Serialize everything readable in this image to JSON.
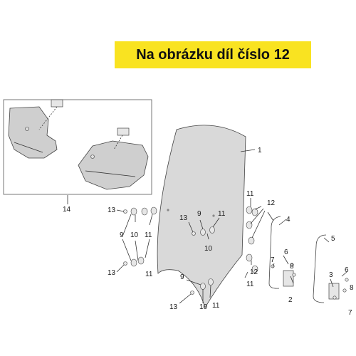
{
  "banner": {
    "text": "Na obrázku díl číslo 12",
    "background": "#f9e321"
  },
  "colors": {
    "windshield": "#d9d9d9",
    "handguard": "#cfcfcf",
    "hardware": "#e6e6e6"
  },
  "callouts": [
    {
      "id": "c1",
      "text": "1"
    },
    {
      "id": "c14",
      "text": "14"
    },
    {
      "id": "c11a",
      "text": "11"
    },
    {
      "id": "c12a",
      "text": "12"
    },
    {
      "id": "c11b",
      "text": "11"
    },
    {
      "id": "c4",
      "text": "4"
    },
    {
      "id": "c5",
      "text": "5"
    },
    {
      "id": "c12b",
      "text": "12"
    },
    {
      "id": "c6",
      "text": "6"
    },
    {
      "id": "c7a",
      "text": "7"
    },
    {
      "id": "c8a",
      "text": "8"
    },
    {
      "id": "c2",
      "text": "2"
    },
    {
      "id": "c3",
      "text": "3"
    },
    {
      "id": "c6b",
      "text": "6"
    },
    {
      "id": "c8b",
      "text": "8"
    },
    {
      "id": "c7b",
      "text": "7"
    },
    {
      "id": "c11c",
      "text": "11"
    },
    {
      "id": "c13a",
      "text": "13"
    },
    {
      "id": "c9a",
      "text": "9"
    },
    {
      "id": "c10a",
      "text": "10"
    },
    {
      "id": "c11d",
      "text": "11"
    },
    {
      "id": "c13b",
      "text": "13"
    },
    {
      "id": "c9b",
      "text": "9"
    },
    {
      "id": "c11e",
      "text": "11"
    },
    {
      "id": "c10b",
      "text": "10"
    },
    {
      "id": "c13c",
      "text": "13"
    },
    {
      "id": "c9c",
      "text": "9"
    },
    {
      "id": "c13d",
      "text": "13"
    },
    {
      "id": "c10c",
      "text": "10"
    },
    {
      "id": "c11f",
      "text": "11"
    }
  ]
}
